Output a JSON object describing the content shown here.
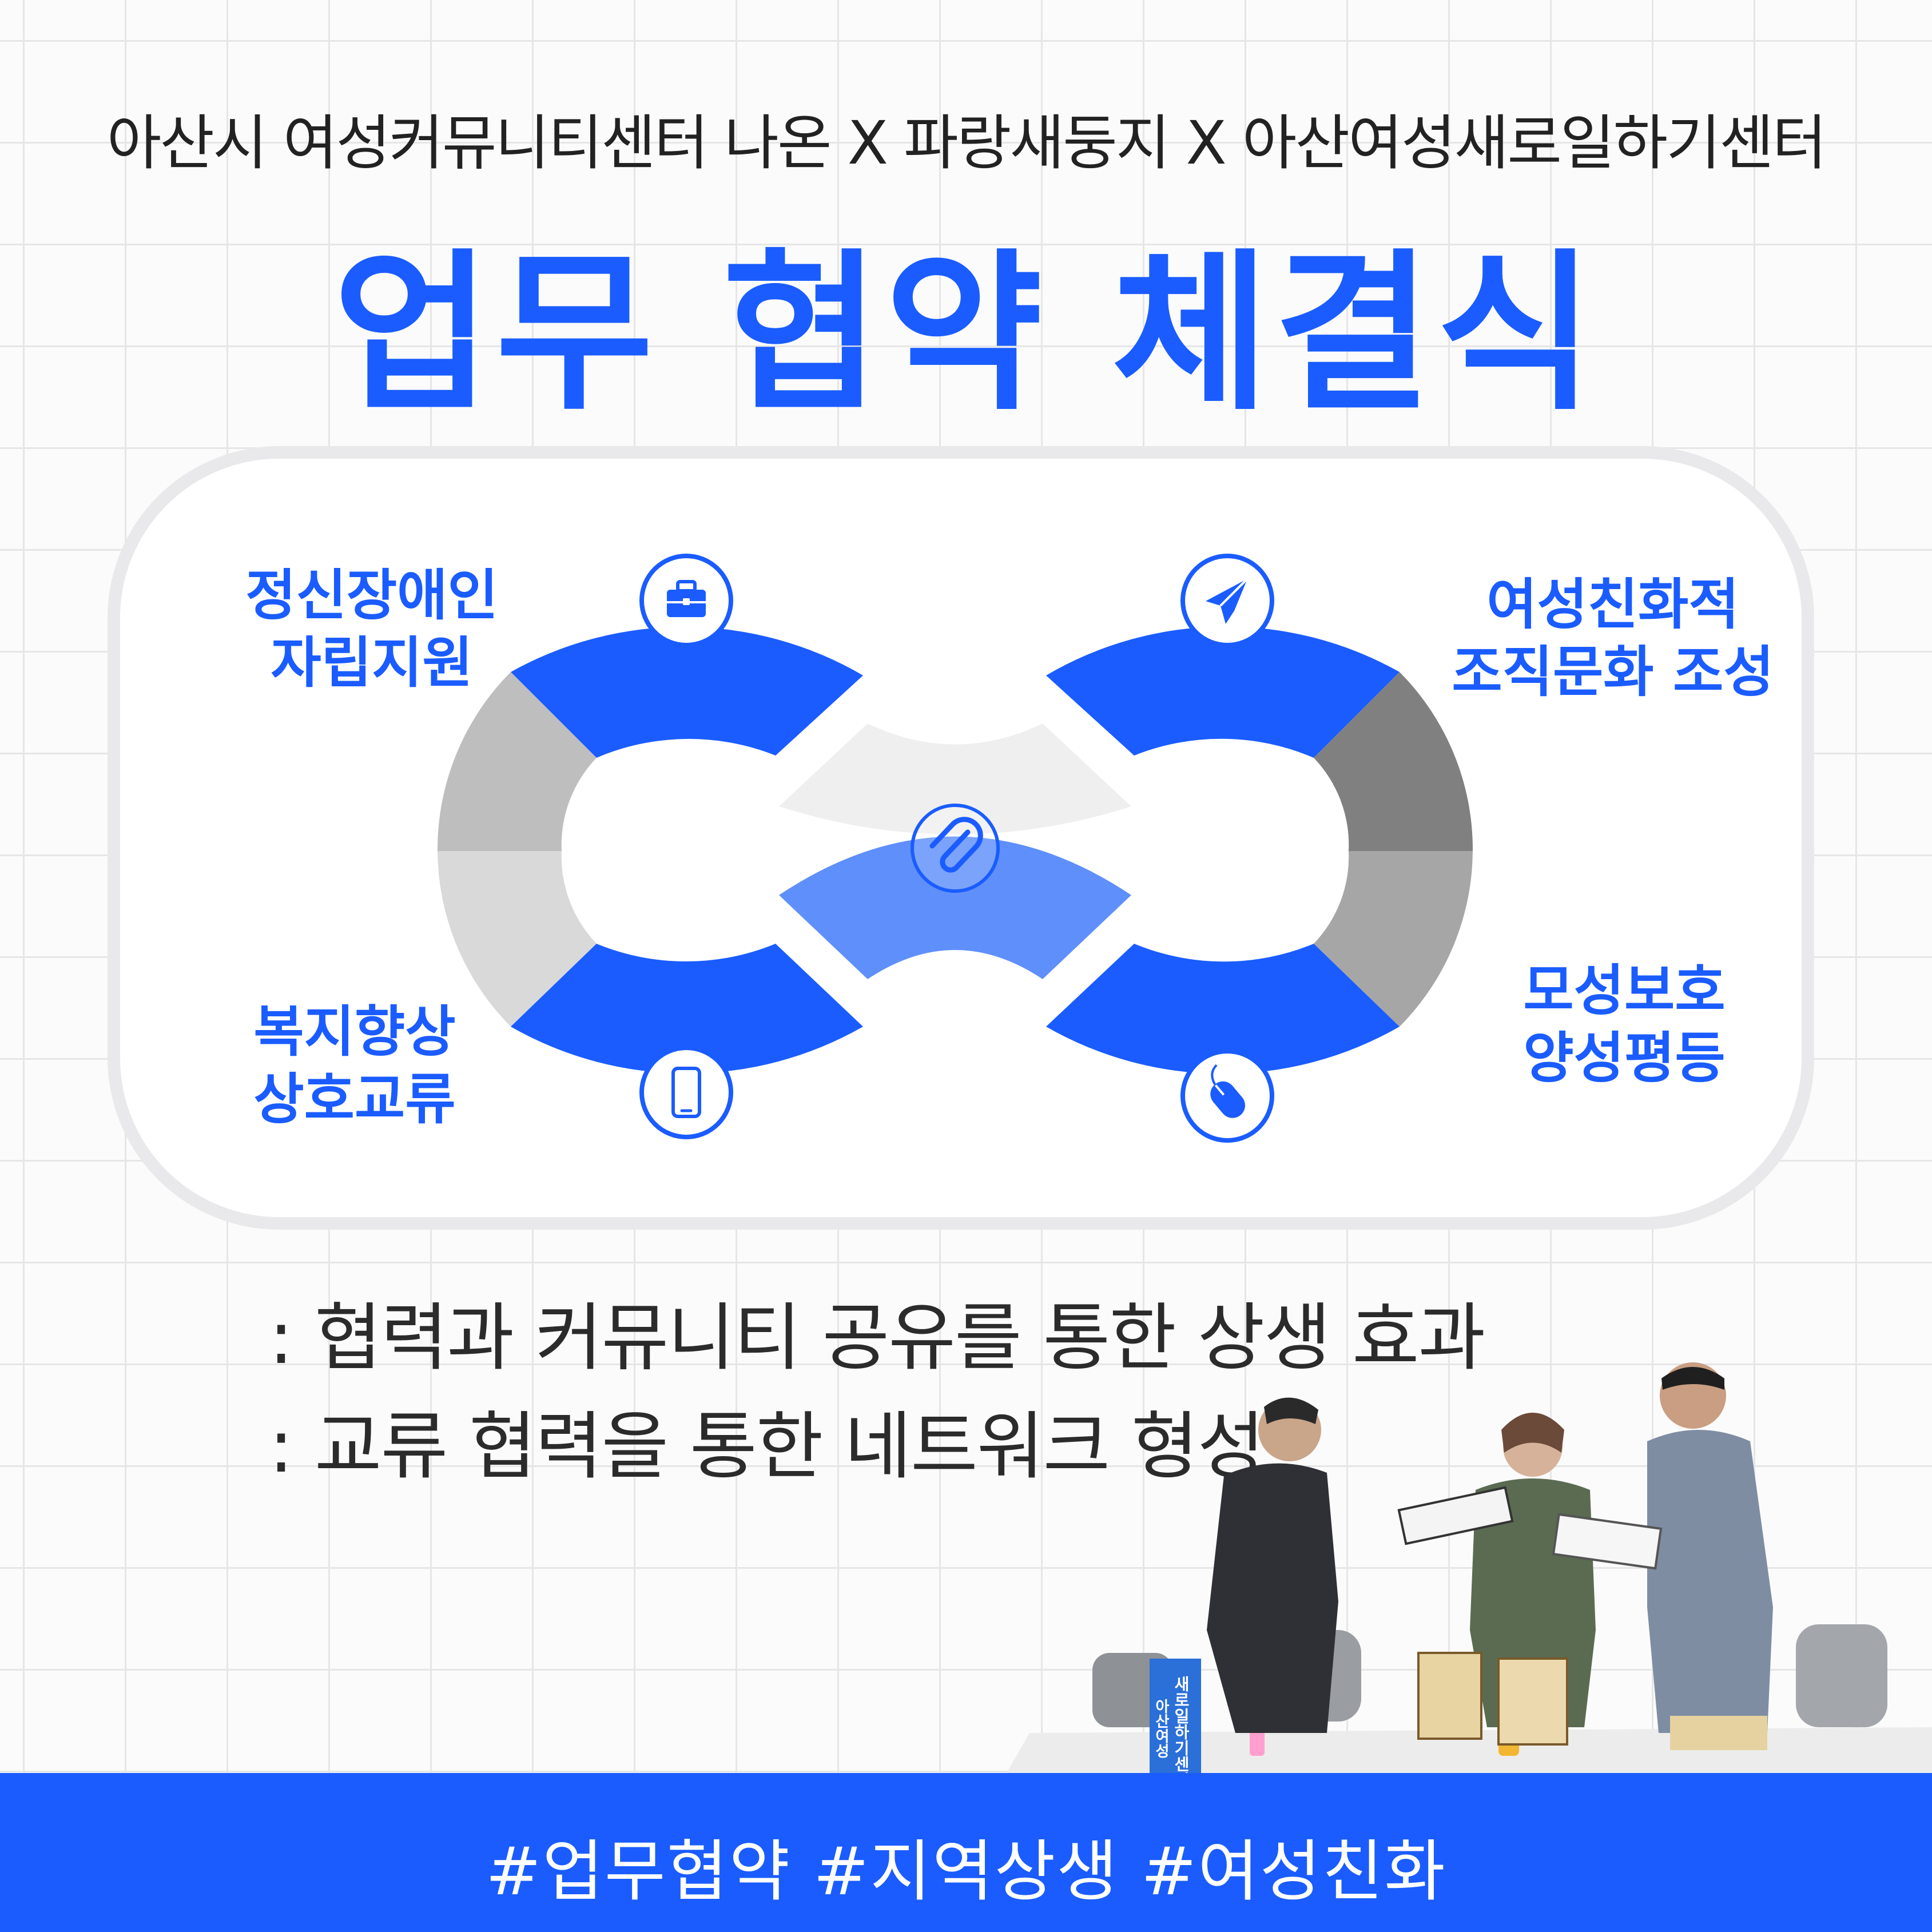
{
  "header": {
    "subtitle": "아산시 여성커뮤니티센터 나온 X 파랑새둥지 X  아산여성새로일하기센터",
    "title": "업무 협약 체결식"
  },
  "diagram": {
    "labels": {
      "top_left": [
        "정신장애인",
        "자립지원"
      ],
      "bottom_left": [
        "복지향상",
        "상호교류"
      ],
      "top_right": [
        "여성친화적",
        "조직문화 조성"
      ],
      "bottom_right": [
        "모성보호",
        "양성평등"
      ]
    },
    "icons": [
      "briefcase-icon",
      "paper-plane-icon",
      "smartphone-icon",
      "mouse-icon",
      "paperclip-icon"
    ],
    "colors": {
      "primary": "#1a5cff",
      "light_blue": "#5f8ffb",
      "gray_light": "#d9d9d9",
      "gray_mid": "#bebebe",
      "gray_dark": "#808080",
      "gray_right_lower": "#a6a6a6"
    }
  },
  "bullets": [
    ": 협력과 커뮤니티 공유를 통한 상생 효과",
    ": 교류 협력을 통한 네트워크 형성"
  ],
  "photo": {
    "banner_text": [
      "새로일하기센터",
      "아산여성"
    ]
  },
  "footer": {
    "hashtags": "#업무협약 #지역상생 #여성친화"
  }
}
